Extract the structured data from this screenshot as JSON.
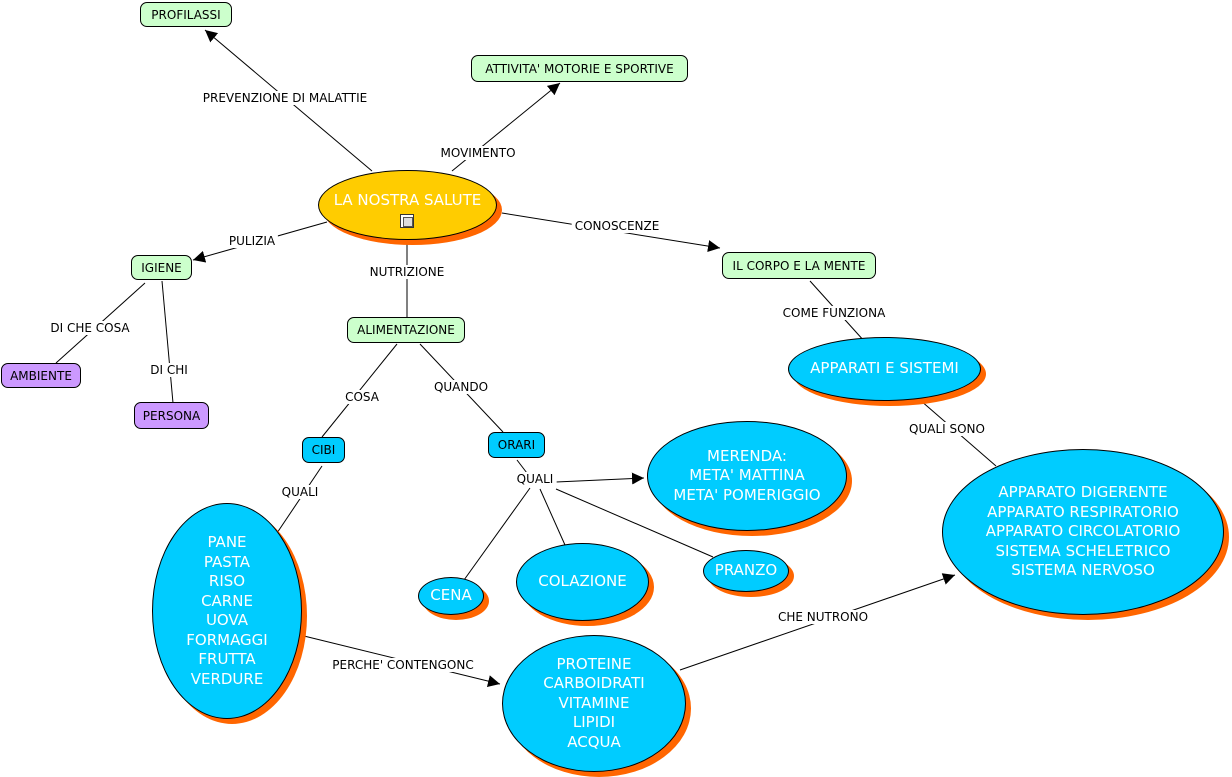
{
  "nodes": {
    "profilassi": "PROFILASSI",
    "attivita": "ATTIVITA' MOTORIE E SPORTIVE",
    "salute": "LA NOSTRA SALUTE",
    "igiene": "IGIENE",
    "corpo_mente": "IL CORPO E LA MENTE",
    "alimentazione": "ALIMENTAZIONE",
    "ambiente": "AMBIENTE",
    "persona": "PERSONA",
    "apparati_sistemi": "APPARATI E SISTEMI",
    "cibi": "CIBI",
    "orari": "ORARI",
    "merenda": "MERENDA:\nMETA' MATTINA\nMETA' POMERIGGIO",
    "apparati_list": "APPARATO DIGERENTE\nAPPARATO  RESPIRATORIO\nAPPARATO CIRCOLATORIO\nSISTEMA SCHELETRICO\nSISTEMA NERVOSO",
    "cibi_list": "PANE\nPASTA\nRISO\nCARNE\nUOVA\nFORMAGGI\nFRUTTA\nVERDURE",
    "colazione": "COLAZIONE",
    "cena": "CENA",
    "pranzo": "PRANZO",
    "nutrienti": "PROTEINE\nCARBOIDRATI\nVITAMINE\nLIPIDI\nACQUA"
  },
  "links": {
    "prevenzione": "PREVENZIONE DI MALATTIE",
    "movimento": "MOVIMENTO",
    "pulizia": "PULIZIA",
    "conoscenze": "CONOSCENZE",
    "nutrizione": "NUTRIZIONE",
    "di_che_cosa": "DI CHE COSA",
    "di_chi": "DI CHI",
    "come_funziona": "COME FUNZIONA",
    "cosa": "COSA",
    "quando": "QUANDO",
    "quali_sono": "QUALI SONO",
    "quali_cibi": "QUALI",
    "quali_orari": "QUALI",
    "perche": "PERCHE' CONTENGONC",
    "che_nutrono": "CHE  NUTRONO"
  },
  "colors": {
    "green_node": "#ccffcc",
    "purple_node": "#cc99ff",
    "blue_node": "#00ccff",
    "gold_node": "#ffcc00",
    "shadow": "#ff6600"
  },
  "icons": [
    "image-icon"
  ]
}
